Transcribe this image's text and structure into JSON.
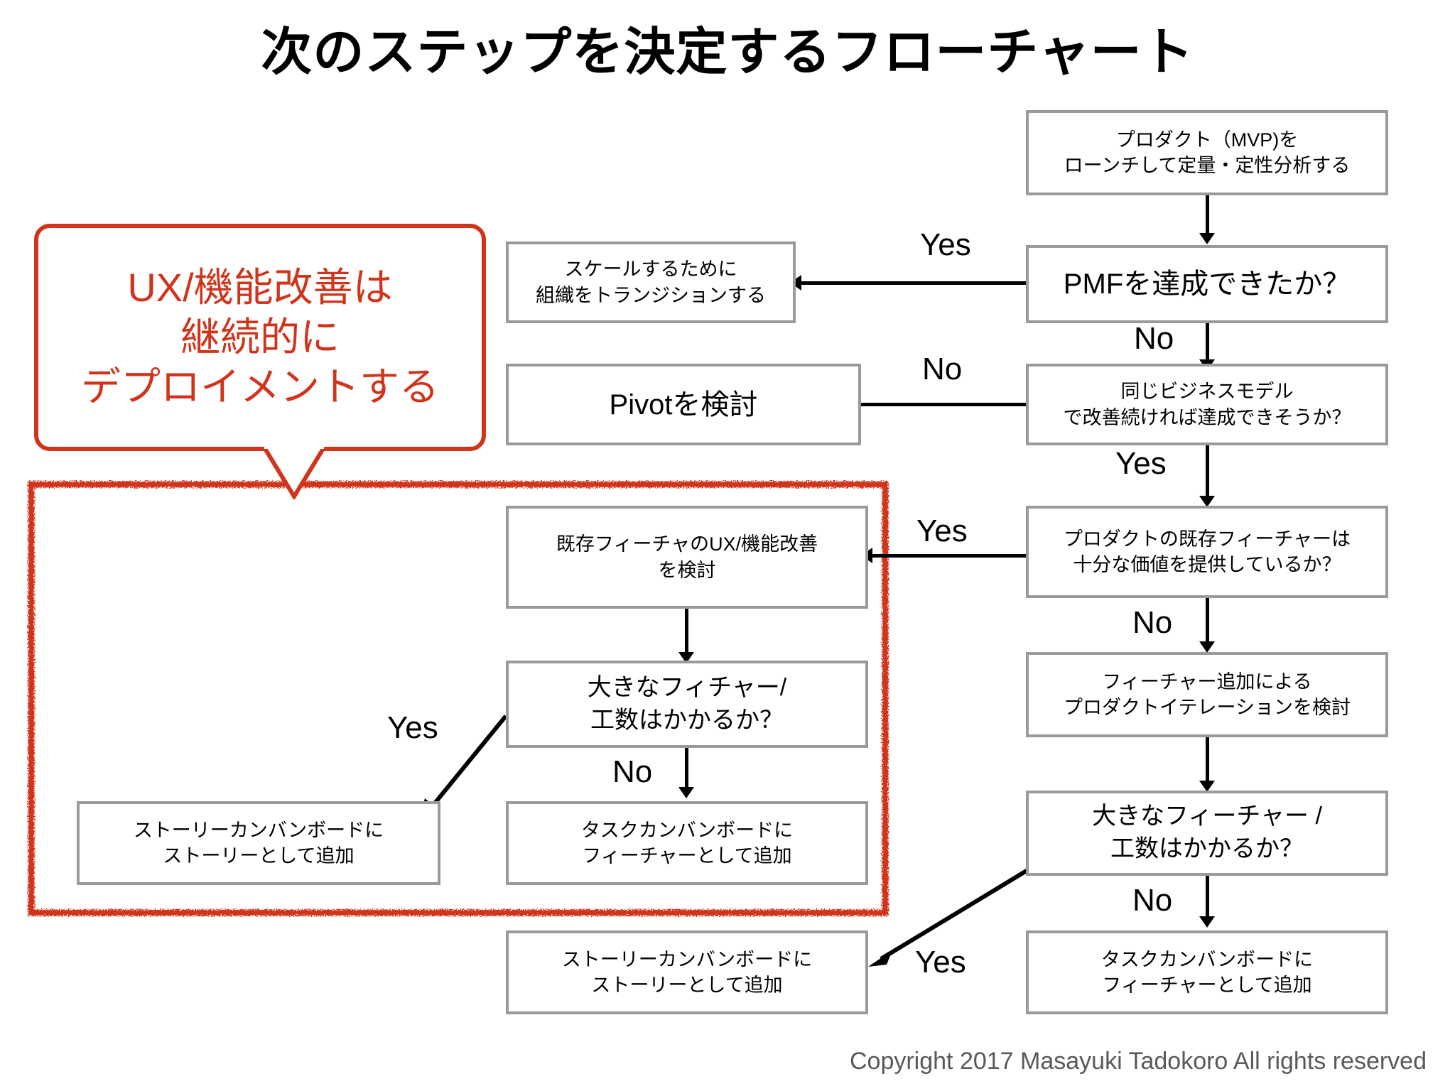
{
  "page": {
    "title": "次のステップを決定するフローチャート",
    "copyright": "Copyright 2017 Masayuki Tadokoro All rights reserved",
    "colors": {
      "box_border": "#9a9a9a",
      "connector": "#000000",
      "accent_red": "#d0341b",
      "background": "#ffffff",
      "footer_text": "#595959"
    }
  },
  "callout": {
    "text": "UX/機能改善は\n継続的に\nデプロイメントする"
  },
  "flow": {
    "nodes": [
      {
        "id": "launch",
        "text": "プロダクト（MVP)を\nローンチして定量・定性分析する"
      },
      {
        "id": "pmf",
        "text": "PMFを達成できたか？"
      },
      {
        "id": "scale",
        "text": "スケールするために\n組織をトランジションする"
      },
      {
        "id": "same-model",
        "text": "同じビジネスモデル\nで改善続ければ達成できそうか？"
      },
      {
        "id": "pivot",
        "text": "Pivotを検討"
      },
      {
        "id": "enough-value",
        "text": "プロダクトの既存フィーチャーは\n十分な価値を提供しているか？"
      },
      {
        "id": "ux-improve",
        "text": "既存フィーチャのUX/機能改善\nを検討"
      },
      {
        "id": "big-feature-l",
        "text": "大きなフィチャー/\n工数はかかるか？"
      },
      {
        "id": "story-board-l",
        "text": "ストーリーカンバンボードに\nストーリーとして追加"
      },
      {
        "id": "task-board-l",
        "text": "タスクカンバンボードに\nフィーチャーとして追加"
      },
      {
        "id": "iterate",
        "text": "フィーチャー追加による\nプロダクトイテレーションを検討"
      },
      {
        "id": "big-feature-r",
        "text": "大きなフィーチャー /\n工数はかかるか？"
      },
      {
        "id": "story-board-r",
        "text": "ストーリーカンバンボードに\nストーリーとして追加"
      },
      {
        "id": "task-board-r",
        "text": "タスクカンバンボードに\nフィーチャーとして追加"
      }
    ],
    "edge_labels": {
      "pmf_yes": "Yes",
      "pmf_no": "No",
      "same_model_no": "No",
      "same_model_yes": "Yes",
      "enough_value_yes": "Yes",
      "enough_value_no": "No",
      "big_feature_l_yes": "Yes",
      "big_feature_l_no": "No",
      "big_feature_r_yes": "Yes",
      "big_feature_r_no": "No"
    }
  }
}
